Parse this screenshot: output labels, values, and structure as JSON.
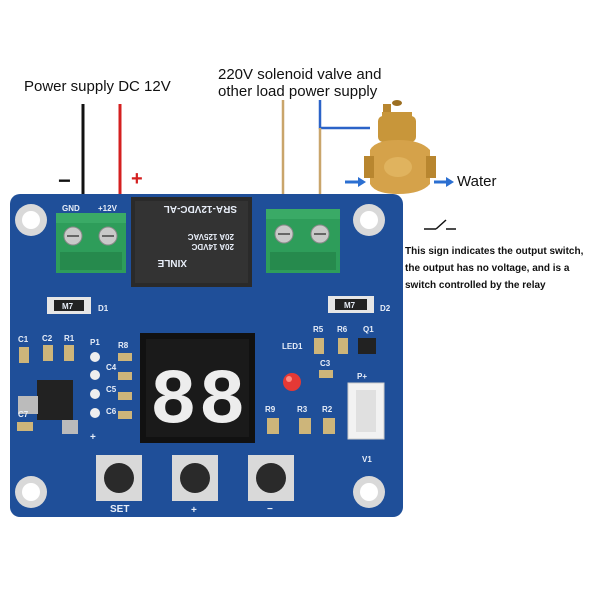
{
  "labels": {
    "power_supply": "Power supply DC 12V",
    "load_supply_line1": "220V solenoid valve and",
    "load_supply_line2": "other load power supply",
    "water": "Water",
    "minus_sign": "−",
    "plus_sign": "+",
    "note_line1": "This sign indicates the output switch,",
    "note_line2": "the output has no voltage, and is a",
    "note_line3": "switch controlled by the relay"
  },
  "board": {
    "gnd": "GND",
    "plus12v": "+12V",
    "relay_model": "SRA-12VDC-AL",
    "relay_rating1": "20A 14VDC",
    "relay_rating2": "20A 125VAC",
    "relay_brand": "XINLE",
    "d1": "D1",
    "d2": "D2",
    "m7": "M7",
    "c1": "C1",
    "c2": "C2",
    "r1": "R1",
    "p1": "P1",
    "r8": "R8",
    "c4": "C4",
    "c5": "C5",
    "c6": "C6",
    "c7": "C7",
    "r5": "R5",
    "r6": "R6",
    "q1": "Q1",
    "led1": "LED1",
    "c3": "C3",
    "p_plus": "P+",
    "r9": "R9",
    "r3": "R3",
    "r2": "R2",
    "v1": "V1",
    "display": "88",
    "btn_set": "SET",
    "btn_plus": "+",
    "btn_minus": "−",
    "header_plus": "+"
  },
  "colors": {
    "pcb": "#1f4f99",
    "terminal": "#2e9d5a",
    "wire_black": "#111111",
    "wire_red": "#d42020",
    "wire_tan": "#c9a56b",
    "wire_blue": "#2b63c8",
    "arrow_blue": "#2b6fd1",
    "valve_brass": "#c8963a"
  }
}
